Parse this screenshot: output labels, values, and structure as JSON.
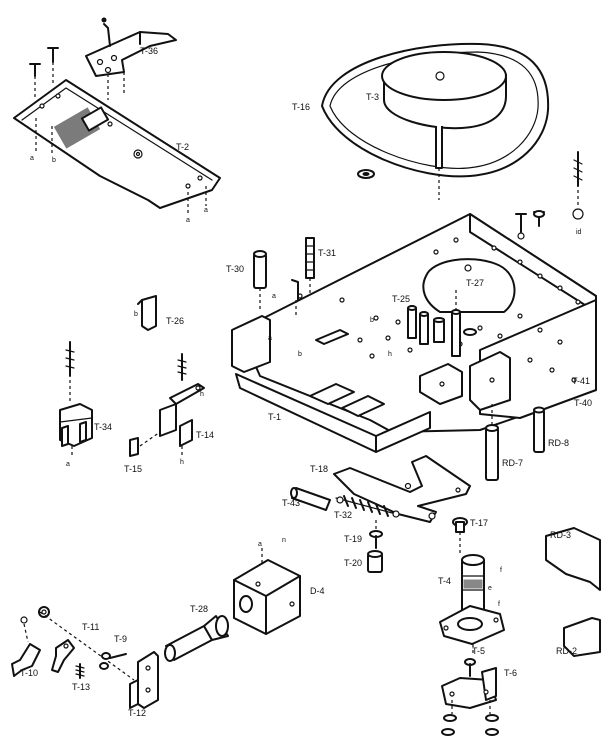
{
  "part_labels": {
    "t36": "T-36",
    "t2": "T-2",
    "t16": "T-16",
    "t3": "T-3",
    "t30": "T-30",
    "t31": "T-31",
    "t25": "T-25",
    "t27": "T-27",
    "t26": "T-26",
    "t1": "T-1",
    "t41": "T-41",
    "t40": "T-40",
    "t34": "T-34",
    "t14": "T-14",
    "t15": "T-15",
    "rd8": "RD-8",
    "rd7": "RD-7",
    "t18": "T-18",
    "t43": "T-43",
    "t32": "T-32",
    "t17": "T-17",
    "t19": "T-19",
    "t20": "T-20",
    "rd3": "RD-3",
    "t4": "T-4",
    "d4": "D-4",
    "t28": "T-28",
    "t11": "T-11",
    "t9": "T-9",
    "t10": "T-10",
    "t13": "T-13",
    "t12": "T-12",
    "t5": "T-5",
    "t6": "T-6",
    "rd2": "RD-2"
  },
  "letter_marks": {
    "a1": "a",
    "b1": "b",
    "a2": "a",
    "a3": "a",
    "a4": "a",
    "b2": "b",
    "b3": "b",
    "a5": "a",
    "h1": "h",
    "h2": "h",
    "b4": "b",
    "a6": "a",
    "h3": "h",
    "id": "id",
    "a7": "a",
    "n1": "n",
    "f1": "f",
    "f2": "f",
    "e1": "e"
  }
}
